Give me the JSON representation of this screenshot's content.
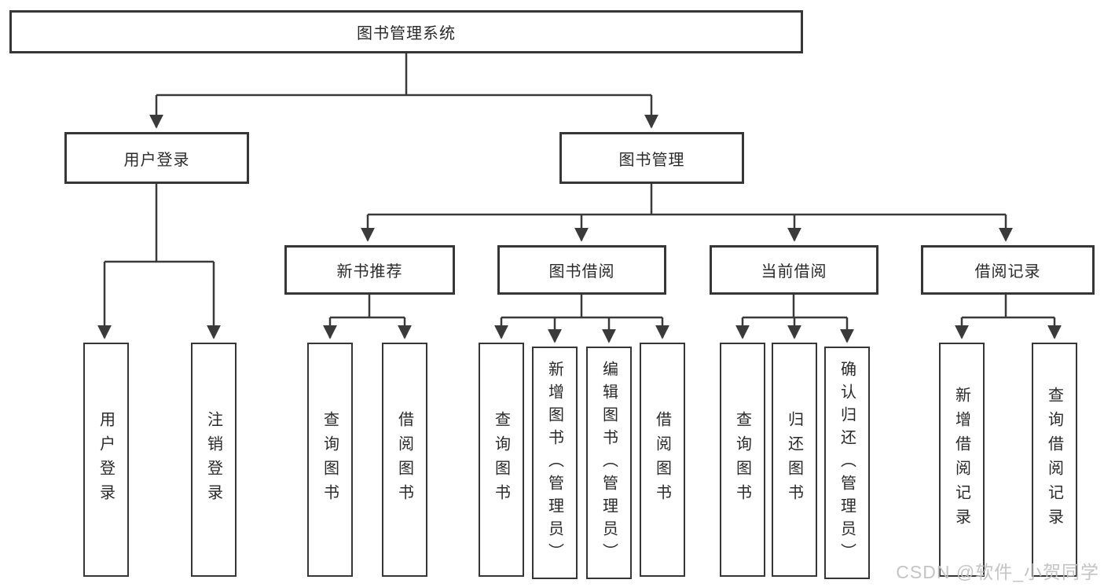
{
  "diagram": {
    "root": {
      "label": "图书管理系统"
    },
    "branches": [
      {
        "label": "用户登录",
        "children": [
          {
            "label": "用户登录"
          },
          {
            "label": "注销登录"
          }
        ]
      },
      {
        "label": "图书管理",
        "groups": [
          {
            "label": "新书推荐",
            "children": [
              {
                "label": "查询图书"
              },
              {
                "label": "借阅图书"
              }
            ]
          },
          {
            "label": "图书借阅",
            "children": [
              {
                "label": "查询图书"
              },
              {
                "label": "新增图书（管理员）"
              },
              {
                "label": "编辑图书（管理员）"
              },
              {
                "label": "借阅图书"
              }
            ]
          },
          {
            "label": "当前借阅",
            "children": [
              {
                "label": "查询图书"
              },
              {
                "label": "归还图书"
              },
              {
                "label": "确认归还（管理员）"
              }
            ]
          },
          {
            "label": "借阅记录",
            "children": [
              {
                "label": "新增借阅记录"
              },
              {
                "label": "查询借阅记录"
              }
            ]
          }
        ]
      }
    ]
  },
  "watermark": {
    "text": "CSDN @软件_小贺同学"
  },
  "colors": {
    "line": "#3a3a3a",
    "box_border": "#363636",
    "text": "#2a2a2a",
    "watermark": "#c1c1c1",
    "background": "#ffffff"
  }
}
